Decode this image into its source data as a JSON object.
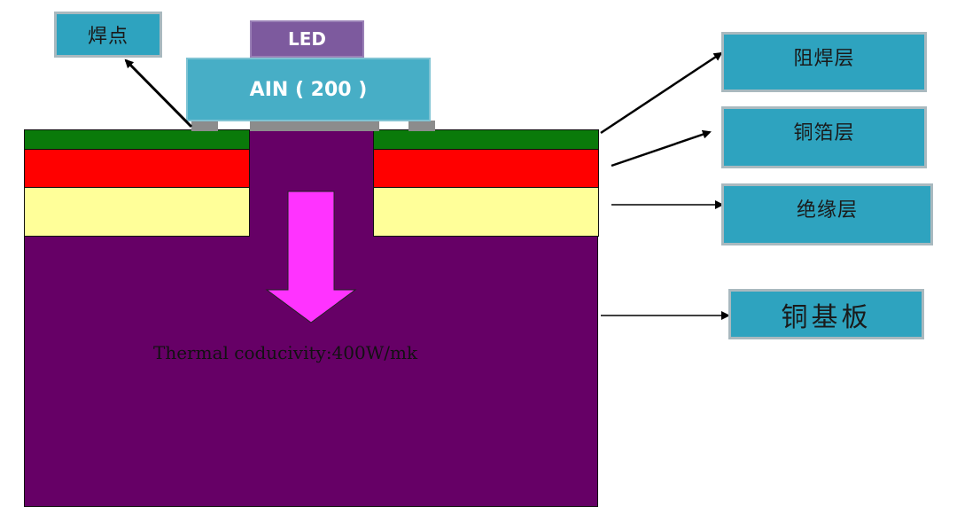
{
  "labels": {
    "solder_joint": "焊点",
    "solder_mask": "阻焊层",
    "copper_foil": "铜箔层",
    "insulation": "绝缘层",
    "copper_substrate": "铜基板"
  },
  "components": {
    "led": "LED",
    "aln": "AIN ( 200 )"
  },
  "annotation": "Thermal coducivity:400W/mk",
  "colors": {
    "label_box": "#2ea3bf",
    "led_chip": "#7d5a9e",
    "aln_block": "#47aec6",
    "solder_mask": "#0a7a0a",
    "copper_foil": "#ff0000",
    "insulation": "#ffff99",
    "substrate": "#660066",
    "heat_arrow": "#ff33ff",
    "pad": "#8c8c8c"
  }
}
